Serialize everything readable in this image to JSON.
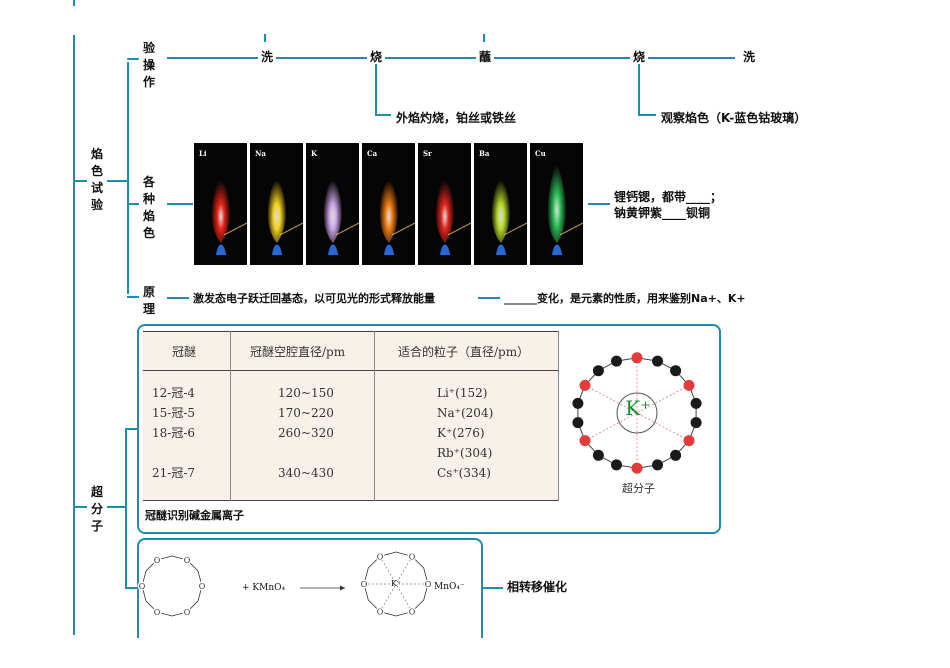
{
  "top_marker": "",
  "branch_flame": {
    "title": [
      "焰",
      "色",
      "试",
      "验"
    ],
    "operation": {
      "label": [
        "验",
        "操",
        "作"
      ],
      "steps": [
        "洗",
        "烧",
        "蘸",
        "烧",
        "洗"
      ],
      "note_first_burn": "外焰灼烧，铂丝或铁丝",
      "note_second_burn": "观察焰色（K-蓝色钴玻璃）"
    },
    "colors": {
      "label": [
        "各",
        "种",
        "焰",
        "色"
      ],
      "flames": [
        {
          "symbol": "Li",
          "color": "#e8241a"
        },
        {
          "symbol": "Na",
          "color": "#f5d21e"
        },
        {
          "symbol": "K",
          "color": "#c9a4e6"
        },
        {
          "symbol": "Ca",
          "color": "#f07a14"
        },
        {
          "symbol": "Sr",
          "color": "#e3261d"
        },
        {
          "symbol": "Ba",
          "color": "#b7d82a"
        },
        {
          "symbol": "Cu",
          "color": "#2ec25a"
        }
      ],
      "note_line1": "锂钙锶，都带____；",
      "note_line2": "钠黄钾紫____钡铜"
    },
    "principle": {
      "label": [
        "原",
        "理"
      ],
      "text": "激发态电子跃迁回基态，以可见光的形式释放能量",
      "conclusion": "______变化，是元素的性质，用来鉴别Na+、K+"
    }
  },
  "branch_supra": {
    "title": [
      "超",
      "分",
      "子"
    ],
    "crown_table": {
      "headers": [
        "冠醚",
        "冠醚空腔直径/pm",
        "适合的粒子（直径/pm）"
      ],
      "col1": [
        "12-冠-4",
        "15-冠-5",
        "18-冠-6",
        "",
        "21-冠-7"
      ],
      "col2": [
        "120~150",
        "170~220",
        "260~320",
        "",
        "340~430"
      ],
      "col3": [
        "Li⁺(152)",
        "Na⁺(204)",
        "K⁺(276)",
        "Rb⁺(304)",
        "Cs⁺(334)"
      ],
      "structure_center": "K⁺",
      "structure_caption": "超分子",
      "caption": "冠醚识别碱金属离子"
    },
    "reaction": {
      "reagent": "+ KMnO₄",
      "center_label": "K⁺",
      "product_anion": "MnO₄⁻",
      "atom_label": "O",
      "conclusion": "相转移催化"
    }
  }
}
